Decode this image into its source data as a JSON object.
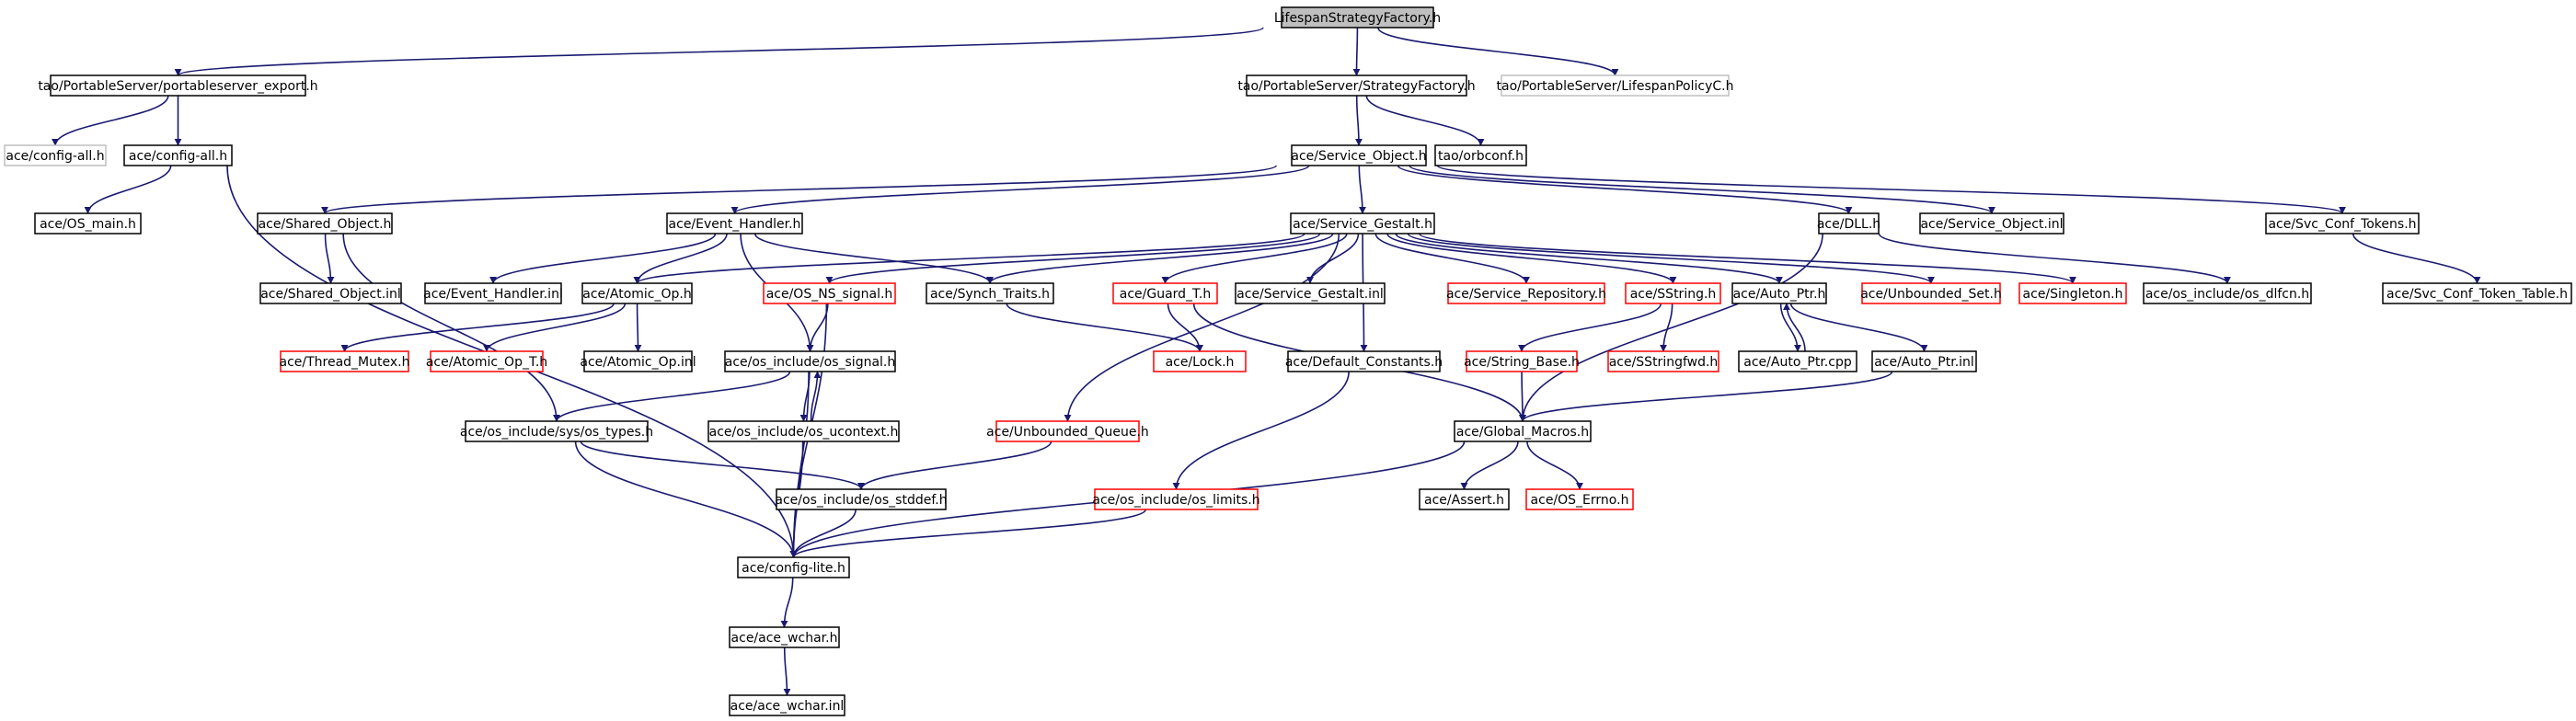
{
  "colors": {
    "edge": "#191970",
    "node_border": "#000000",
    "node_border_missing": "#ff0000",
    "node_border_external": "#bfbfbf",
    "root_fill": "#bfbfbf",
    "node_fill": "#ffffff",
    "text": "#000000"
  },
  "nodes": [
    {
      "id": "n_root",
      "label": "LifespanStrategyFactory.h",
      "kind": "root"
    },
    {
      "id": "n_pse",
      "label": "tao/PortableServer/portableserver_export.h",
      "kind": "normal"
    },
    {
      "id": "n_sf",
      "label": "tao/PortableServer/StrategyFactory.h",
      "kind": "normal"
    },
    {
      "id": "n_lpc",
      "label": "tao/PortableServer/LifespanPolicyC.h",
      "kind": "external"
    },
    {
      "id": "n_cfgall_ext",
      "label": "ace/config-all.h",
      "kind": "external"
    },
    {
      "id": "n_cfgall",
      "label": "ace/config-all.h",
      "kind": "normal"
    },
    {
      "id": "n_svcobj",
      "label": "ace/Service_Object.h",
      "kind": "normal"
    },
    {
      "id": "n_orbconf",
      "label": "tao/orbconf.h",
      "kind": "normal"
    },
    {
      "id": "n_osmain",
      "label": "ace/OS_main.h",
      "kind": "normal"
    },
    {
      "id": "n_sharedobj",
      "label": "ace/Shared_Object.h",
      "kind": "normal"
    },
    {
      "id": "n_evhandler",
      "label": "ace/Event_Handler.h",
      "kind": "normal"
    },
    {
      "id": "n_svcgestalt",
      "label": "ace/Service_Gestalt.h",
      "kind": "normal"
    },
    {
      "id": "n_dll",
      "label": "ace/DLL.h",
      "kind": "normal"
    },
    {
      "id": "n_svcobjinl",
      "label": "ace/Service_Object.inl",
      "kind": "normal"
    },
    {
      "id": "n_svcconftok",
      "label": "ace/Svc_Conf_Tokens.h",
      "kind": "normal"
    },
    {
      "id": "n_sharedobjinl",
      "label": "ace/Shared_Object.inl",
      "kind": "normal"
    },
    {
      "id": "n_evhandlerinl",
      "label": "ace/Event_Handler.inl",
      "kind": "normal"
    },
    {
      "id": "n_atomicop",
      "label": "ace/Atomic_Op.h",
      "kind": "normal"
    },
    {
      "id": "n_osnssignal",
      "label": "ace/OS_NS_signal.h",
      "kind": "missing"
    },
    {
      "id": "n_synchtraits",
      "label": "ace/Synch_Traits.h",
      "kind": "normal"
    },
    {
      "id": "n_guardt",
      "label": "ace/Guard_T.h",
      "kind": "missing"
    },
    {
      "id": "n_svcgestaltinl",
      "label": "ace/Service_Gestalt.inl",
      "kind": "normal"
    },
    {
      "id": "n_svcrepo",
      "label": "ace/Service_Repository.h",
      "kind": "missing"
    },
    {
      "id": "n_sstring",
      "label": "ace/SString.h",
      "kind": "missing"
    },
    {
      "id": "n_autoptr",
      "label": "ace/Auto_Ptr.h",
      "kind": "normal"
    },
    {
      "id": "n_unbset",
      "label": "ace/Unbounded_Set.h",
      "kind": "missing"
    },
    {
      "id": "n_singleton",
      "label": "ace/Singleton.h",
      "kind": "missing"
    },
    {
      "id": "n_osdlfcn",
      "label": "ace/os_include/os_dlfcn.h",
      "kind": "normal"
    },
    {
      "id": "n_svcconftoktab",
      "label": "ace/Svc_Conf_Token_Table.h",
      "kind": "normal"
    },
    {
      "id": "n_threadmutex",
      "label": "ace/Thread_Mutex.h",
      "kind": "missing"
    },
    {
      "id": "n_atomicopt",
      "label": "ace/Atomic_Op_T.h",
      "kind": "missing"
    },
    {
      "id": "n_atomicopinl",
      "label": "ace/Atomic_Op.inl",
      "kind": "normal"
    },
    {
      "id": "n_ossignal",
      "label": "ace/os_include/os_signal.h",
      "kind": "normal"
    },
    {
      "id": "n_lock",
      "label": "ace/Lock.h",
      "kind": "missing"
    },
    {
      "id": "n_defconst",
      "label": "ace/Default_Constants.h",
      "kind": "normal"
    },
    {
      "id": "n_stringbase",
      "label": "ace/String_Base.h",
      "kind": "missing"
    },
    {
      "id": "n_sstringfwd",
      "label": "ace/SStringfwd.h",
      "kind": "missing"
    },
    {
      "id": "n_autoptrcpp",
      "label": "ace/Auto_Ptr.cpp",
      "kind": "normal"
    },
    {
      "id": "n_autoptrinl",
      "label": "ace/Auto_Ptr.inl",
      "kind": "normal"
    },
    {
      "id": "n_ostypes",
      "label": "ace/os_include/sys/os_types.h",
      "kind": "normal"
    },
    {
      "id": "n_osucontext",
      "label": "ace/os_include/os_ucontext.h",
      "kind": "normal"
    },
    {
      "id": "n_unbqueue",
      "label": "ace/Unbounded_Queue.h",
      "kind": "missing"
    },
    {
      "id": "n_globalmacros",
      "label": "ace/Global_Macros.h",
      "kind": "normal"
    },
    {
      "id": "n_osstddef",
      "label": "ace/os_include/os_stddef.h",
      "kind": "normal"
    },
    {
      "id": "n_oslimits",
      "label": "ace/os_include/os_limits.h",
      "kind": "missing"
    },
    {
      "id": "n_assert",
      "label": "ace/Assert.h",
      "kind": "normal"
    },
    {
      "id": "n_oserrno",
      "label": "ace/OS_Errno.h",
      "kind": "missing"
    },
    {
      "id": "n_cfglite",
      "label": "ace/config-lite.h",
      "kind": "normal"
    },
    {
      "id": "n_acewchar",
      "label": "ace/ace_wchar.h",
      "kind": "normal"
    },
    {
      "id": "n_acewcharinl",
      "label": "ace/ace_wchar.inl",
      "kind": "normal"
    }
  ]
}
